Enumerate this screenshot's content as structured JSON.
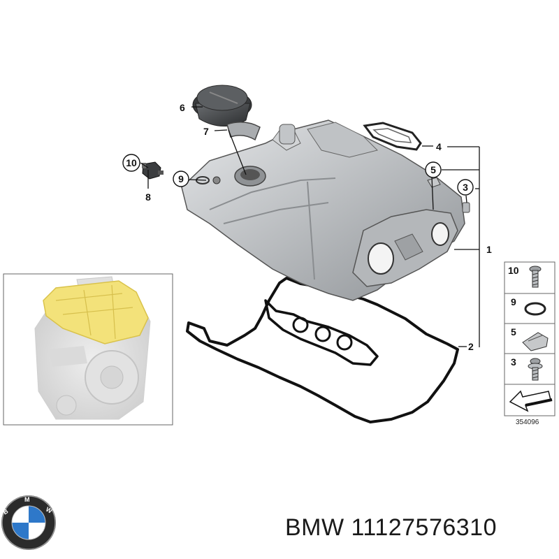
{
  "callouts": {
    "c1": "1",
    "c2": "2",
    "c3": "3",
    "c4": "4",
    "c5": "5",
    "c6": "6",
    "c7": "7",
    "c8": "8",
    "c9": "9",
    "c10": "10"
  },
  "legend": {
    "items": [
      {
        "num": "10",
        "icon": "bolt-icon"
      },
      {
        "num": "9",
        "icon": "o-ring-icon"
      },
      {
        "num": "5",
        "icon": "clip-nut-icon"
      },
      {
        "num": "3",
        "icon": "screw-washer-icon"
      }
    ],
    "diagram_number": "354096"
  },
  "footer": {
    "brand": "BMW",
    "part_number": "11127576310",
    "logo_text": "BMW"
  },
  "colors": {
    "highlight": "#f3e27a",
    "metal": "#c9cbcd",
    "lines": "#111111"
  }
}
